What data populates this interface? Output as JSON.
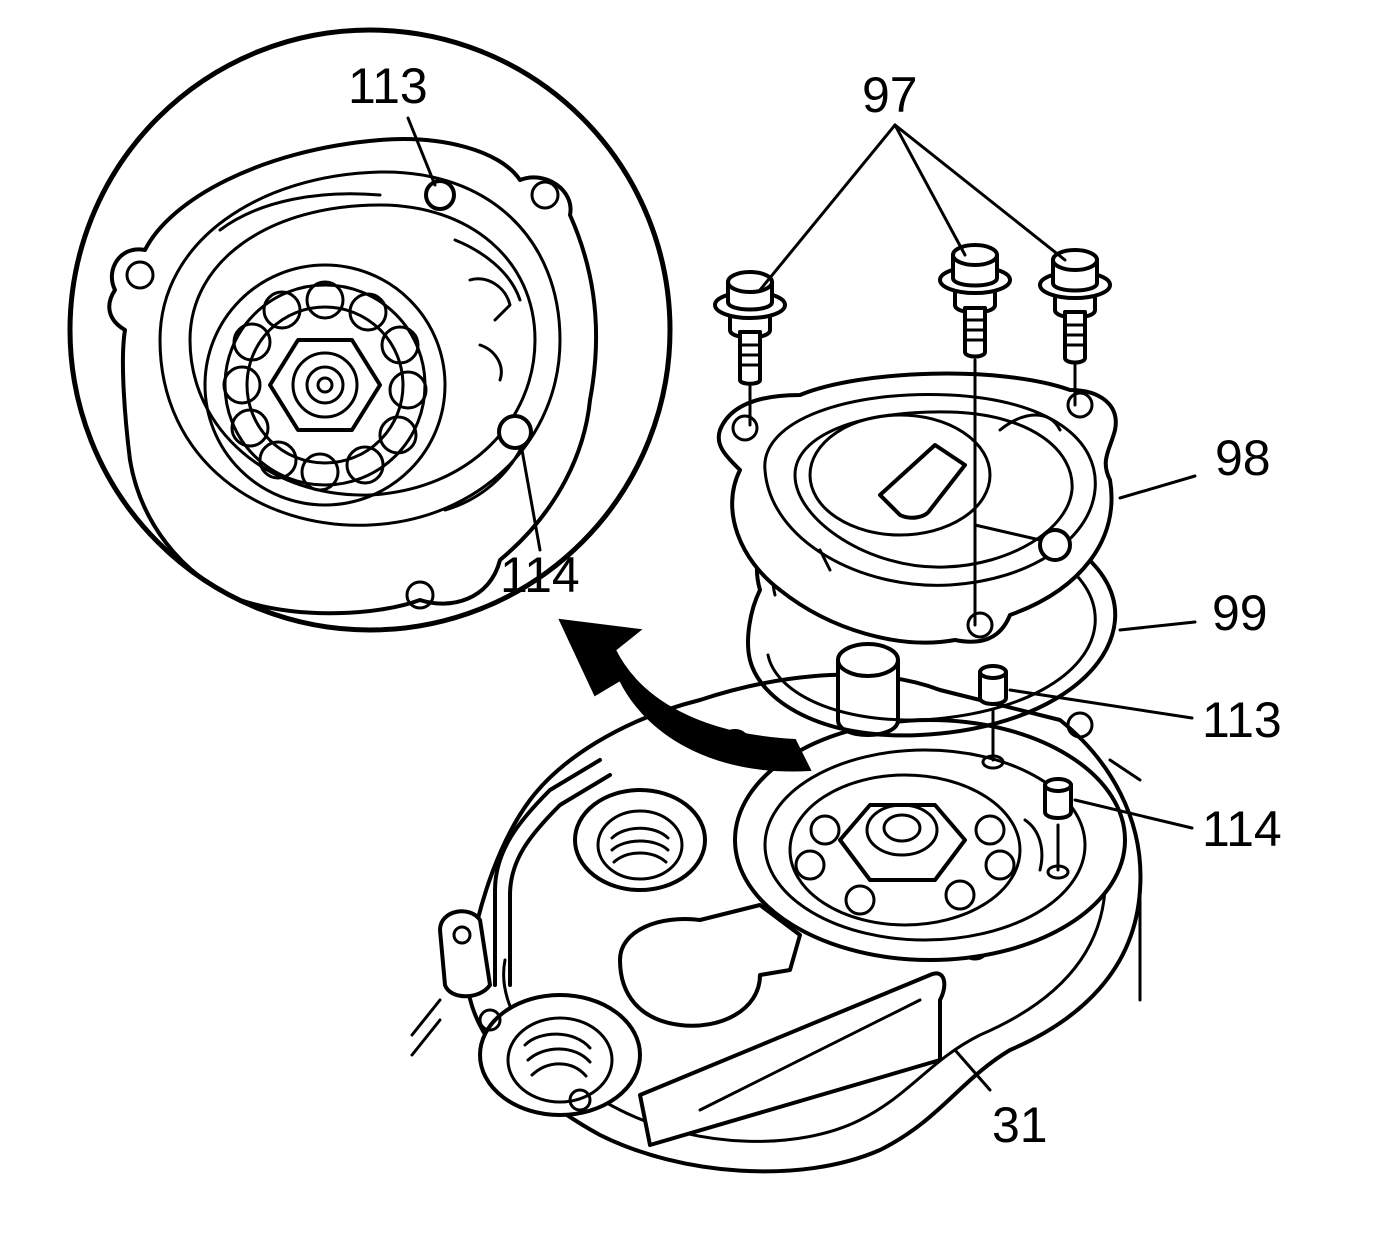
{
  "diagram": {
    "callouts": {
      "bolts": "97",
      "cover": "98",
      "gasket": "99",
      "upper_pin": "113",
      "lower_pin": "114",
      "housing": "31",
      "detail_upper_pin": "113",
      "detail_lower_pin": "114"
    }
  }
}
